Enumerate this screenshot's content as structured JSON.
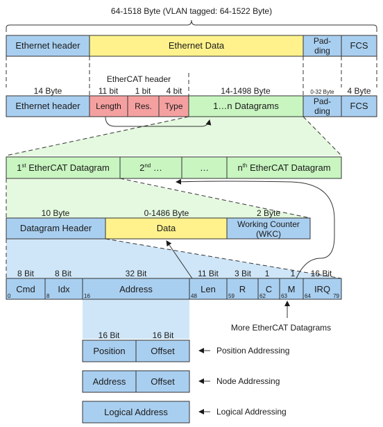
{
  "colors": {
    "blue": "#a9cff0",
    "blue_light": "#cfe6f8",
    "yellow": "#fff28c",
    "green": "#c8f5c0",
    "green_light": "#e4f9df",
    "red": "#f5a0a0",
    "stroke": "#333333"
  },
  "frame": {
    "total_label": "64-1518 Byte (VLAN tagged: 64-1522 Byte)",
    "ethernet_header": "Ethernet header",
    "ethernet_data": "Ethernet Data",
    "padding": [
      "Pad-",
      "ding"
    ],
    "fcs": "FCS"
  },
  "ecat_frame": {
    "header_title": "EtherCAT header",
    "sizes": {
      "eth_header": "14 Byte",
      "length": "11 bit",
      "res": "1 bit",
      "type": "4 bit",
      "datagrams": "14-1498 Byte",
      "padding": "0-32 Byte",
      "fcs": "4 Byte"
    },
    "ethernet_header": "Ethernet header",
    "length": "Length",
    "res": "Res.",
    "type": "Type",
    "datagrams": "1…n Datagrams",
    "padding": [
      "Pad-",
      "ding"
    ],
    "fcs": "FCS"
  },
  "datagrams_row": {
    "first": {
      "sup_num": "1",
      "sup": "st",
      "rest": " EtherCAT Datagram"
    },
    "second": {
      "sup_num": "2",
      "sup": "nd",
      "rest": " …"
    },
    "dots": "…",
    "nth": {
      "sup_num": "n",
      "sup": "th",
      "rest": " EtherCAT Datagram"
    }
  },
  "datagram": {
    "sizes": {
      "header": "10 Byte",
      "data": "0-1486 Byte",
      "wkc": "2 Byte"
    },
    "header": "Datagram Header",
    "data": "Data",
    "wkc": [
      "Working Counter",
      "(WKC)"
    ]
  },
  "header_fields": {
    "bits": [
      "8 Bit",
      "8 Bit",
      "32 Bit",
      "11 Bit",
      "3 Bit",
      "1",
      "1",
      "16 Bit"
    ],
    "names": [
      "Cmd",
      "Idx",
      "Address",
      "Len",
      "R",
      "C",
      "M",
      "IRQ"
    ],
    "offsets": [
      "0",
      "8",
      "16",
      "48",
      "59",
      "62",
      "63",
      "64",
      "79"
    ]
  },
  "more_label": "More EtherCAT Datagrams",
  "addressing": {
    "bits_position": "16 Bit",
    "bits_offset": "16 Bit",
    "position": "Position",
    "offset": "Offset",
    "address": "Address",
    "offset2": "Offset",
    "logical": "Logical Address",
    "label_position": "Position Addressing",
    "label_node": "Node Addressing",
    "label_logical": "Logical Addressing"
  }
}
